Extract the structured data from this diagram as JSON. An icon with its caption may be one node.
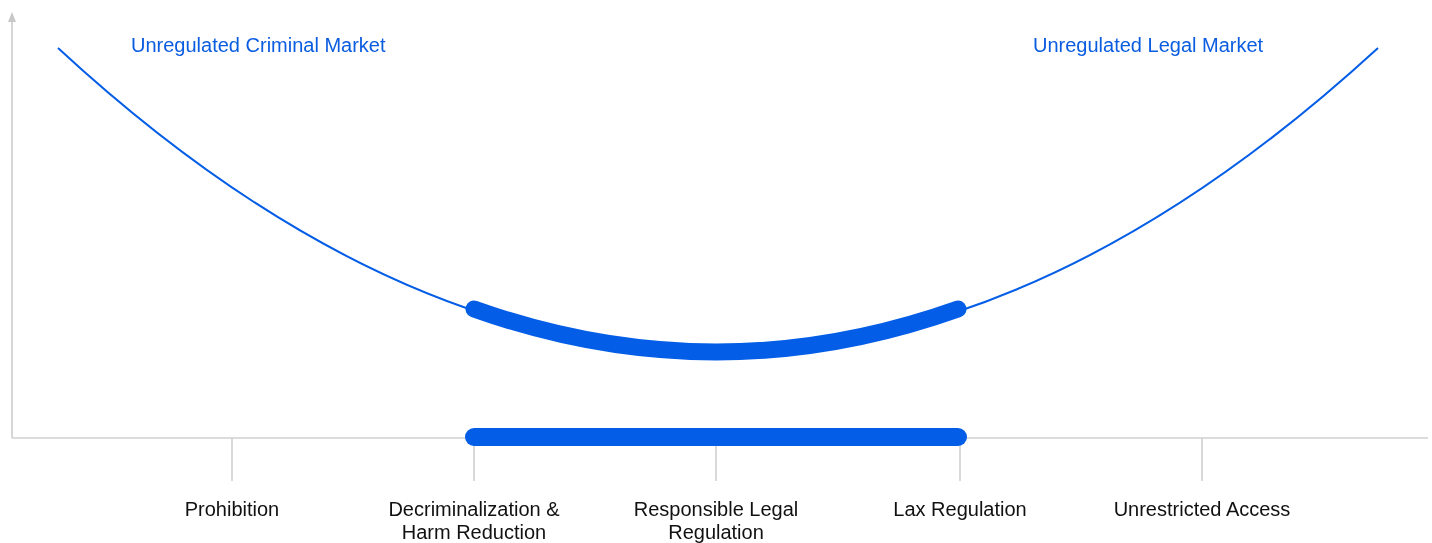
{
  "diagram": {
    "labels": [
      "Unregulated Criminal Market",
      "Unregulated Legal Market",
      "Prohibition",
      "Decriminalization & Harm Reduction",
      "Responsible Legal Regulation",
      "Lax Regulation",
      "Unrestricted Access"
    ]
  }
}
